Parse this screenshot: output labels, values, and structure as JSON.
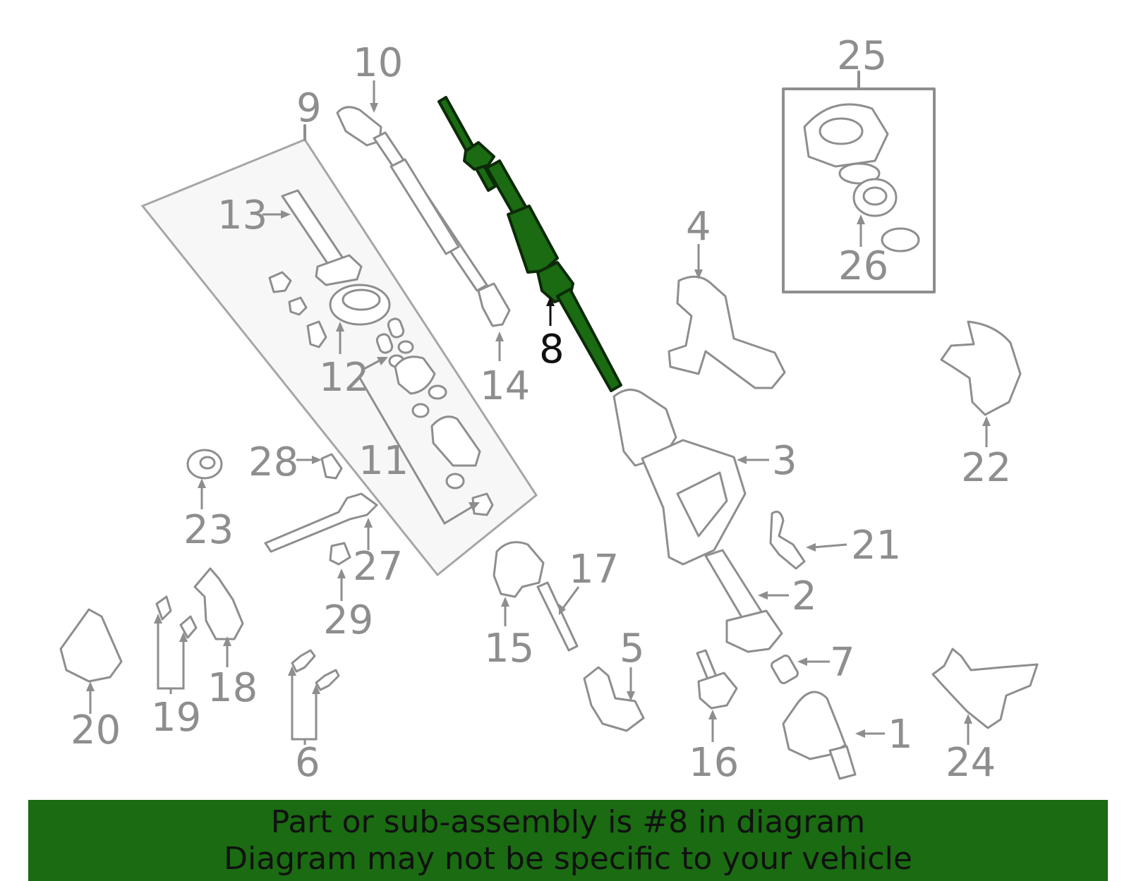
{
  "callouts": [
    {
      "id": "1",
      "label": "1"
    },
    {
      "id": "2",
      "label": "2"
    },
    {
      "id": "3",
      "label": "3"
    },
    {
      "id": "4",
      "label": "4"
    },
    {
      "id": "5",
      "label": "5"
    },
    {
      "id": "6",
      "label": "6"
    },
    {
      "id": "7",
      "label": "7"
    },
    {
      "id": "8",
      "label": "8",
      "highlighted": true
    },
    {
      "id": "9",
      "label": "9"
    },
    {
      "id": "10",
      "label": "10"
    },
    {
      "id": "11",
      "label": "11"
    },
    {
      "id": "12",
      "label": "12"
    },
    {
      "id": "13",
      "label": "13"
    },
    {
      "id": "14",
      "label": "14"
    },
    {
      "id": "15",
      "label": "15"
    },
    {
      "id": "16",
      "label": "16"
    },
    {
      "id": "17",
      "label": "17"
    },
    {
      "id": "18",
      "label": "18"
    },
    {
      "id": "19",
      "label": "19"
    },
    {
      "id": "20",
      "label": "20"
    },
    {
      "id": "21",
      "label": "21"
    },
    {
      "id": "22",
      "label": "22"
    },
    {
      "id": "23",
      "label": "23"
    },
    {
      "id": "24",
      "label": "24"
    },
    {
      "id": "25",
      "label": "25"
    },
    {
      "id": "26",
      "label": "26"
    },
    {
      "id": "27",
      "label": "27"
    },
    {
      "id": "28",
      "label": "28"
    },
    {
      "id": "29",
      "label": "29"
    }
  ],
  "colors": {
    "highlight": "#1a6b12",
    "line": "#8e8e8e",
    "banner": "#1a6b12"
  },
  "banner": {
    "line1": "Part or sub-assembly is #8 in diagram",
    "line2": "Diagram may not be specific to your vehicle"
  }
}
